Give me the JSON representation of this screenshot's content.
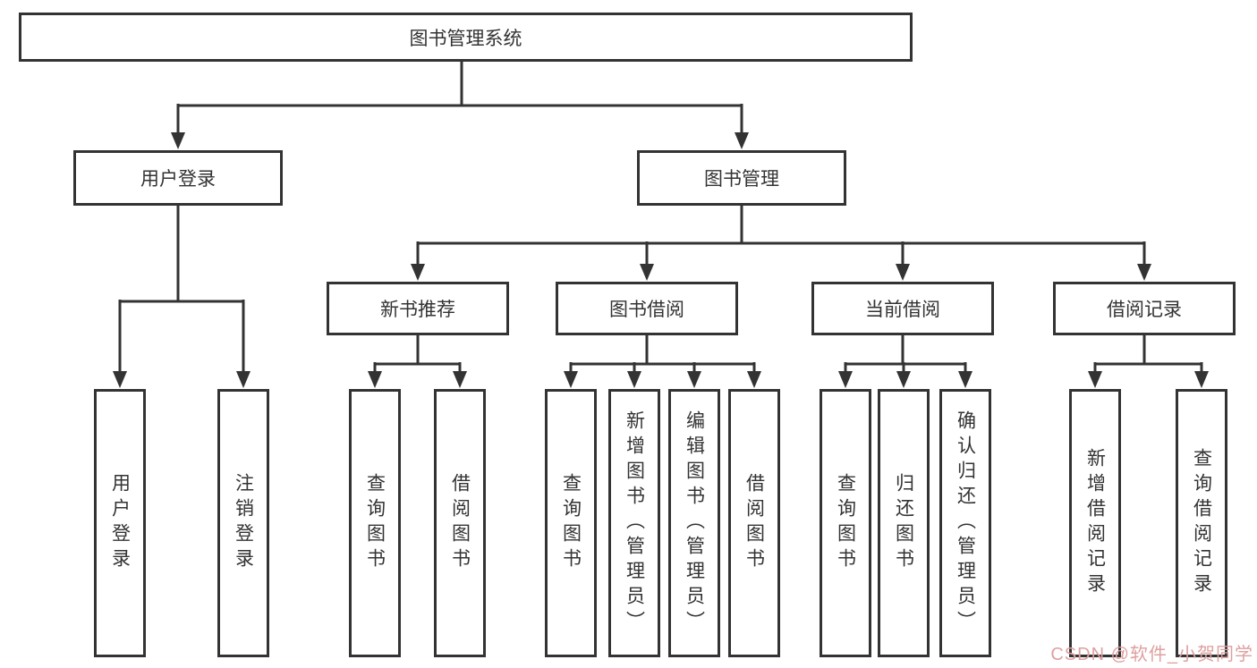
{
  "diagram": {
    "root": {
      "label": "图书管理系统"
    },
    "level2": [
      {
        "id": "user-login",
        "label": "用户登录"
      },
      {
        "id": "book-management",
        "label": "图书管理"
      }
    ],
    "level3": [
      {
        "id": "new-book-recommend",
        "label": "新书推荐"
      },
      {
        "id": "book-borrow",
        "label": "图书借阅"
      },
      {
        "id": "current-borrow",
        "label": "当前借阅"
      },
      {
        "id": "borrow-records",
        "label": "借阅记录"
      }
    ],
    "leaves": {
      "user_login": [
        {
          "label": "用户登录"
        },
        {
          "label": "注销登录"
        }
      ],
      "new_book_recommend": [
        {
          "label": "查询图书"
        },
        {
          "label": "借阅图书"
        }
      ],
      "book_borrow": [
        {
          "label": "查询图书"
        },
        {
          "label": "新增图书（管理员）"
        },
        {
          "label": "编辑图书（管理员）"
        },
        {
          "label": "借阅图书"
        }
      ],
      "current_borrow": [
        {
          "label": "查询图书"
        },
        {
          "label": "归还图书"
        },
        {
          "label": "确认归还（管理员）"
        }
      ],
      "borrow_records": [
        {
          "label": "新增借阅记录"
        },
        {
          "label": "查询借阅记录"
        }
      ]
    }
  },
  "watermark": {
    "text": "CSDN @软件_小贺同学",
    "color": "#dfa0a0"
  },
  "colors": {
    "line": "#333333",
    "box_border": "#333333",
    "text": "#333333",
    "background": "#ffffff"
  }
}
